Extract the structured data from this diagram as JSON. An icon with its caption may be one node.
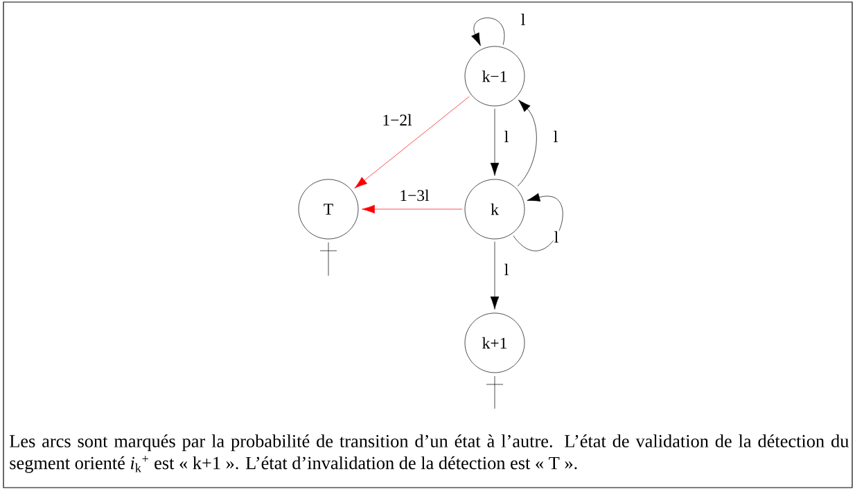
{
  "diagram": {
    "caption": "Les arcs sont marqués par la probabilité de transition d’un état à l’autre. L’état de validation de la détection du segment orienté *i*$_{k}$$^{+}$ est « k+1 ». L’état d’invalidation de la détection est « T ».",
    "nodes": [
      {
        "text": [
          "k−1"
        ]
      },
      {
        "text": [
          "T"
        ]
      },
      {
        "text": [
          "k"
        ]
      },
      {
        "text": [
          "k+1"
        ]
      }
    ],
    "edges": [
      {
        "from": 0,
        "to": 0,
        "label": "l",
        "arrow": "to"
      },
      {
        "from": 0,
        "to": 1,
        "label": "1−2l",
        "arrow": "to",
        "color": "#ff0000"
      },
      {
        "from": 0,
        "to": 2,
        "label": "l",
        "arrow": "to"
      },
      {
        "from": 2,
        "to": 0,
        "label": "l",
        "arrow": "to"
      },
      {
        "from": 2,
        "to": 1,
        "label": "1−3l",
        "arrow": "to",
        "color": "#ff0000"
      },
      {
        "from": 2,
        "to": 2,
        "label": "l",
        "arrow": "to"
      },
      {
        "from": 2,
        "to": 3,
        "label": "l",
        "arrow": "to"
      }
    ]
  }
}
